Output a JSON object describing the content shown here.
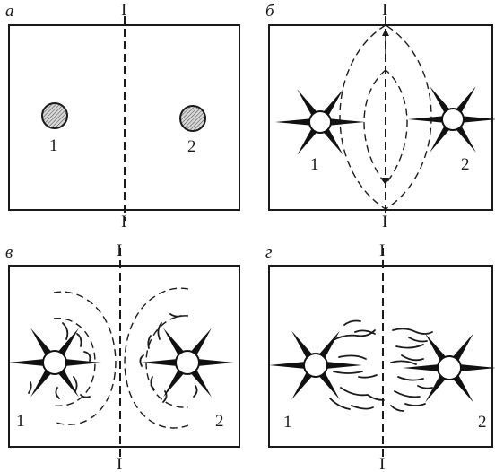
{
  "panels": [
    {
      "letter": "а",
      "axis_label_top": "I",
      "axis_label_bottom": "I",
      "label_left": "1",
      "label_right": "2"
    },
    {
      "letter": "б",
      "axis_label_top": "I",
      "axis_label_bottom": "I",
      "label_left": "1",
      "label_right": "2"
    },
    {
      "letter": "в",
      "axis_label_top": "I",
      "axis_label_bottom": "I",
      "label_left": "1",
      "label_right": "2"
    },
    {
      "letter": "г",
      "axis_label_top": "I",
      "axis_label_bottom": "I",
      "label_left": "1",
      "label_right": "2"
    }
  ]
}
